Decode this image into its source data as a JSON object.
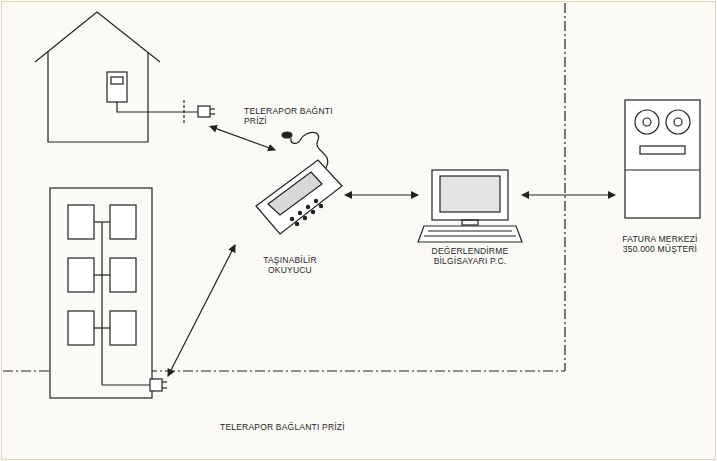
{
  "diagram": {
    "nodes": [
      {
        "text": [
          "TELERAPOR BAĞNTI PRİZİ"
        ]
      },
      {
        "text": [
          "TAŞINABİLİR OKUYUCU"
        ]
      },
      {
        "text": [
          "TELERAPOR BAĞLANTI PRİZİ"
        ]
      },
      {
        "text": [
          "DEĞERLENDİRME BİLGİSAYARI P.C."
        ]
      },
      {
        "text": [
          "FATURA MERKEZİ",
          "350.000 MÜŞTERİ"
        ]
      }
    ],
    "edges": [
      {
        "from": 0,
        "to": 1,
        "arrow": "both"
      },
      {
        "from": 1,
        "to": 2,
        "arrow": "both"
      },
      {
        "from": 1,
        "to": 3,
        "arrow": "both"
      },
      {
        "from": 3,
        "to": 4,
        "arrow": "both"
      }
    ]
  }
}
